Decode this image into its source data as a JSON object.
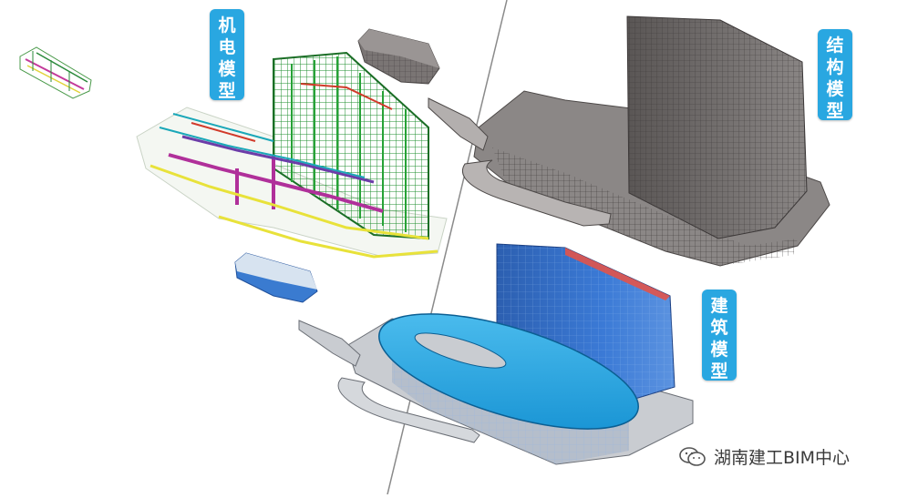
{
  "labels": {
    "mep": [
      "机",
      "电",
      "模",
      "型"
    ],
    "structure": [
      "结",
      "构",
      "模",
      "型"
    ],
    "architecture": [
      "建",
      "筑",
      "模",
      "型"
    ]
  },
  "watermark": {
    "text": "湖南建工BIM中心",
    "icon": "wechat-icon"
  },
  "colors": {
    "label_bg": "#29a7e1",
    "structure_grey": "#6f6b6a",
    "arch_blue": "#2f78c8",
    "roof_cyan": "#1aa0e0",
    "pipe_green": "#1f8f2f",
    "pipe_magenta": "#b0309a",
    "pipe_yellow": "#e8e23a",
    "divider": "#8a8a8a"
  }
}
